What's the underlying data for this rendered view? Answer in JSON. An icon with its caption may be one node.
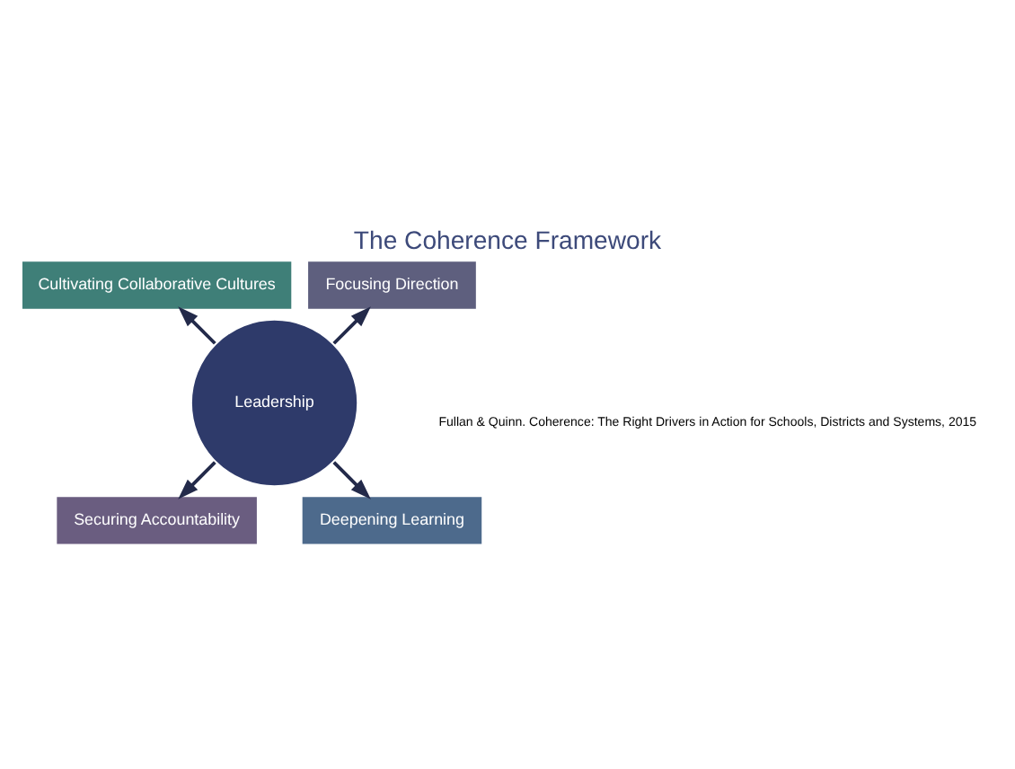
{
  "diagram": {
    "title": "The Coherence Framework",
    "caption": "Fullan & Quinn. Coherence: The Right Drivers in Action for Schools, Districts and Systems, 2015",
    "nodes": [
      {
        "text": [
          "Focusing Direction"
        ]
      },
      {
        "text": [
          "Cultivating Collaborative Cultures"
        ]
      },
      {
        "text": [
          "Leadership"
        ]
      },
      {
        "text": [
          "Securing Accountability"
        ]
      },
      {
        "text": [
          "Deepening Learning"
        ]
      }
    ],
    "edges": [
      {
        "from": 2,
        "to": 0,
        "arrow": "to"
      },
      {
        "from": 2,
        "to": 1,
        "arrow": "to"
      },
      {
        "from": 2,
        "to": 3,
        "arrow": "to"
      },
      {
        "from": 2,
        "to": 4,
        "arrow": "to"
      }
    ]
  }
}
